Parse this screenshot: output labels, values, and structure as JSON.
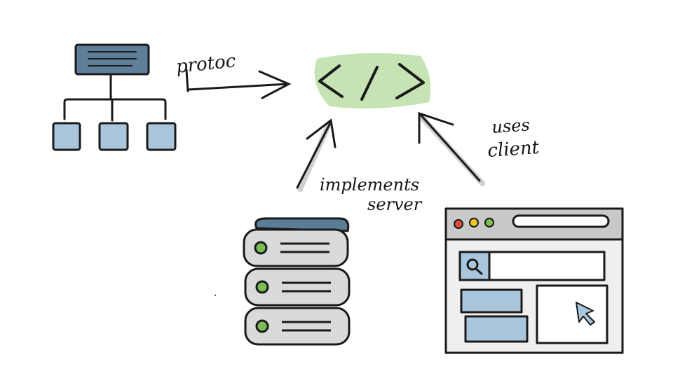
{
  "labels": {
    "protoc": "protoc",
    "implements": "implements",
    "server": "server",
    "uses": "uses",
    "client": "client"
  },
  "code_symbol": "</>",
  "colors": {
    "ink": "#1a1a1a",
    "schema_blue": "#5f7e99",
    "light_blue": "#a9c6dd",
    "code_green": "#c6e3b3",
    "server_gray": "#d9dadb",
    "server_top": "#5c7d96",
    "led_green": "#7bbd52",
    "browser_chrome": "#c9c9c9",
    "browser_body": "#efefef",
    "dot_red": "#e24b3b",
    "dot_yellow": "#f3c623",
    "dot_green": "#7cbf4b"
  },
  "icons": [
    "schema-tree-icon",
    "code-icon",
    "server-rack-icon",
    "browser-window-icon",
    "search-icon",
    "cursor-icon"
  ]
}
